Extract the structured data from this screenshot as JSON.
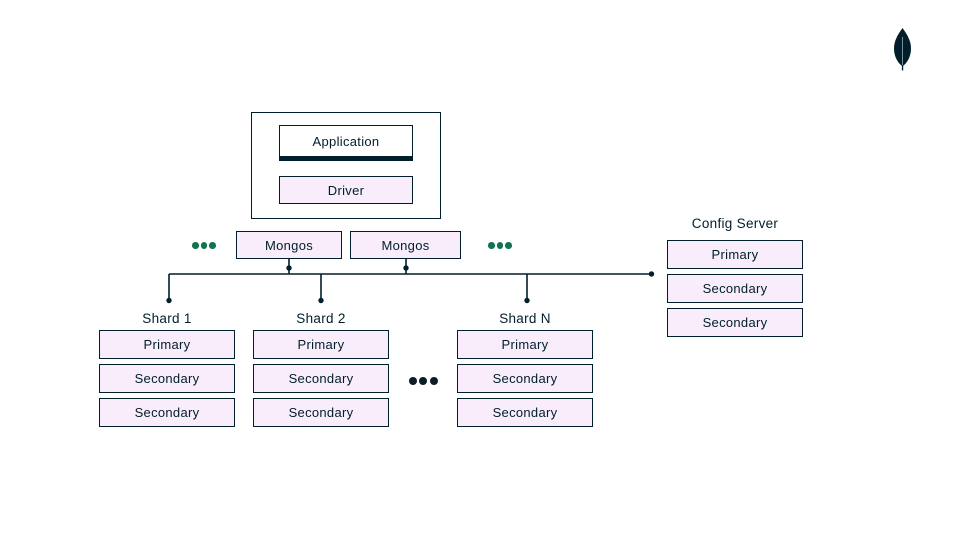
{
  "colors": {
    "ink": "#001e2b",
    "box_fill": "#f9ecfb",
    "green_dot": "#11744e",
    "background": "#ffffff"
  },
  "icons": {
    "logo": "mongodb-leaf-icon",
    "mongos_more_left": "ellipsis-dots",
    "mongos_more_right": "ellipsis-dots",
    "shards_more": "ellipsis-dots"
  },
  "application_group": {
    "application_label": "Application",
    "driver_label": "Driver"
  },
  "mongos_row": {
    "mongos_1_label": "Mongos",
    "mongos_2_label": "Mongos"
  },
  "config_server": {
    "title": "Config Server",
    "nodes": [
      "Primary",
      "Secondary",
      "Secondary"
    ]
  },
  "shards": [
    {
      "title": "Shard 1",
      "nodes": [
        "Primary",
        "Secondary",
        "Secondary"
      ]
    },
    {
      "title": "Shard 2",
      "nodes": [
        "Primary",
        "Secondary",
        "Secondary"
      ]
    },
    {
      "title": "Shard N",
      "nodes": [
        "Primary",
        "Secondary",
        "Secondary"
      ]
    }
  ]
}
